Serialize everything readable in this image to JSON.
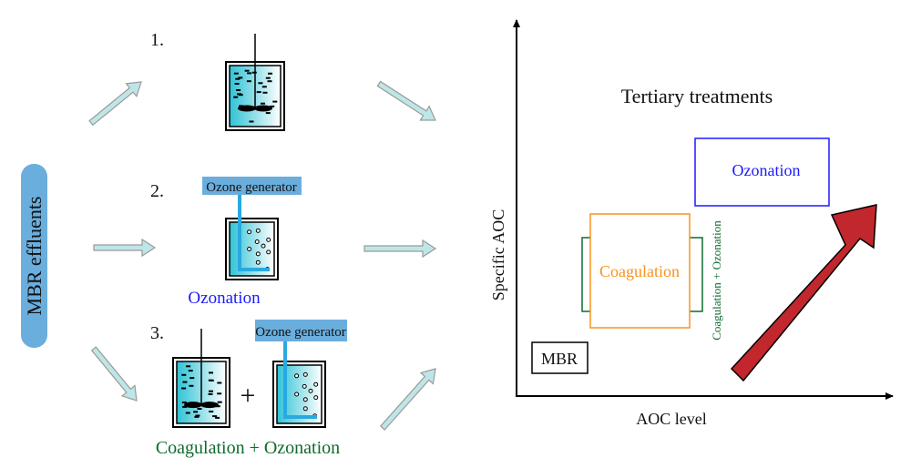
{
  "source": {
    "label": "MBR effluents",
    "color": "#6aaede"
  },
  "processes": [
    {
      "number": "1.",
      "name": "Coagulation",
      "caption": ""
    },
    {
      "number": "2.",
      "name": "Ozonation",
      "caption": "Ozonation",
      "generator_label": "Ozone generator"
    },
    {
      "number": "3.",
      "name": "Coagulation + Ozonation",
      "caption": "Coagulation + Ozonation",
      "generator_label": "Ozone generator",
      "plus": "+"
    }
  ],
  "colors": {
    "ozonation": "#1a1aff",
    "coagulation": "#f7931e",
    "combined": "#0f6b2e",
    "mbr": "#000000",
    "trend_arrow": "#c1272d",
    "flow_arrow_fill": "#bfe6e6",
    "flow_arrow_stroke": "#9a9a9a",
    "generator_box": "#6aaede",
    "ozone_pipe": "#29a9e1",
    "water": "#39c6d8"
  },
  "plot": {
    "title": "Tertiary treatments",
    "xlabel": "AOC level",
    "ylabel": "Specific AOC",
    "regions": {
      "ozonation": "Ozonation",
      "coagulation": "Coagulation",
      "combined": "Coagulation + Ozonation",
      "mbr": "MBR"
    }
  }
}
